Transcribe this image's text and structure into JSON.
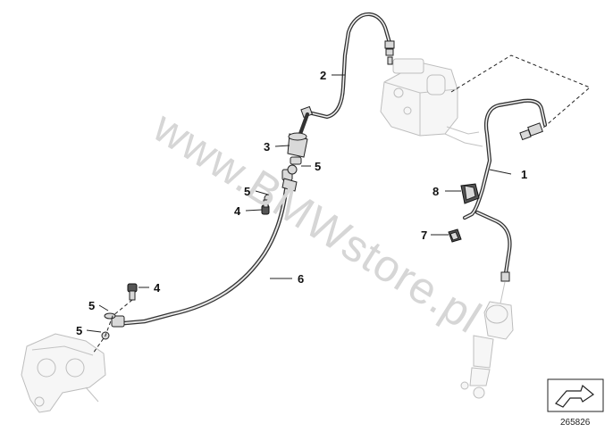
{
  "diagram": {
    "watermark": "www.BMWstore.pl",
    "diagram_number": "265826",
    "callouts": [
      {
        "id": "c1",
        "label": "1"
      },
      {
        "id": "c2",
        "label": "2"
      },
      {
        "id": "c3",
        "label": "3"
      },
      {
        "id": "c4a",
        "label": "4"
      },
      {
        "id": "c4b",
        "label": "4"
      },
      {
        "id": "c5a",
        "label": "5"
      },
      {
        "id": "c5b",
        "label": "5"
      },
      {
        "id": "c5c",
        "label": "5"
      },
      {
        "id": "c5d",
        "label": "5"
      },
      {
        "id": "c6",
        "label": "6"
      },
      {
        "id": "c7",
        "label": "7"
      },
      {
        "id": "c8",
        "label": "8"
      }
    ]
  }
}
